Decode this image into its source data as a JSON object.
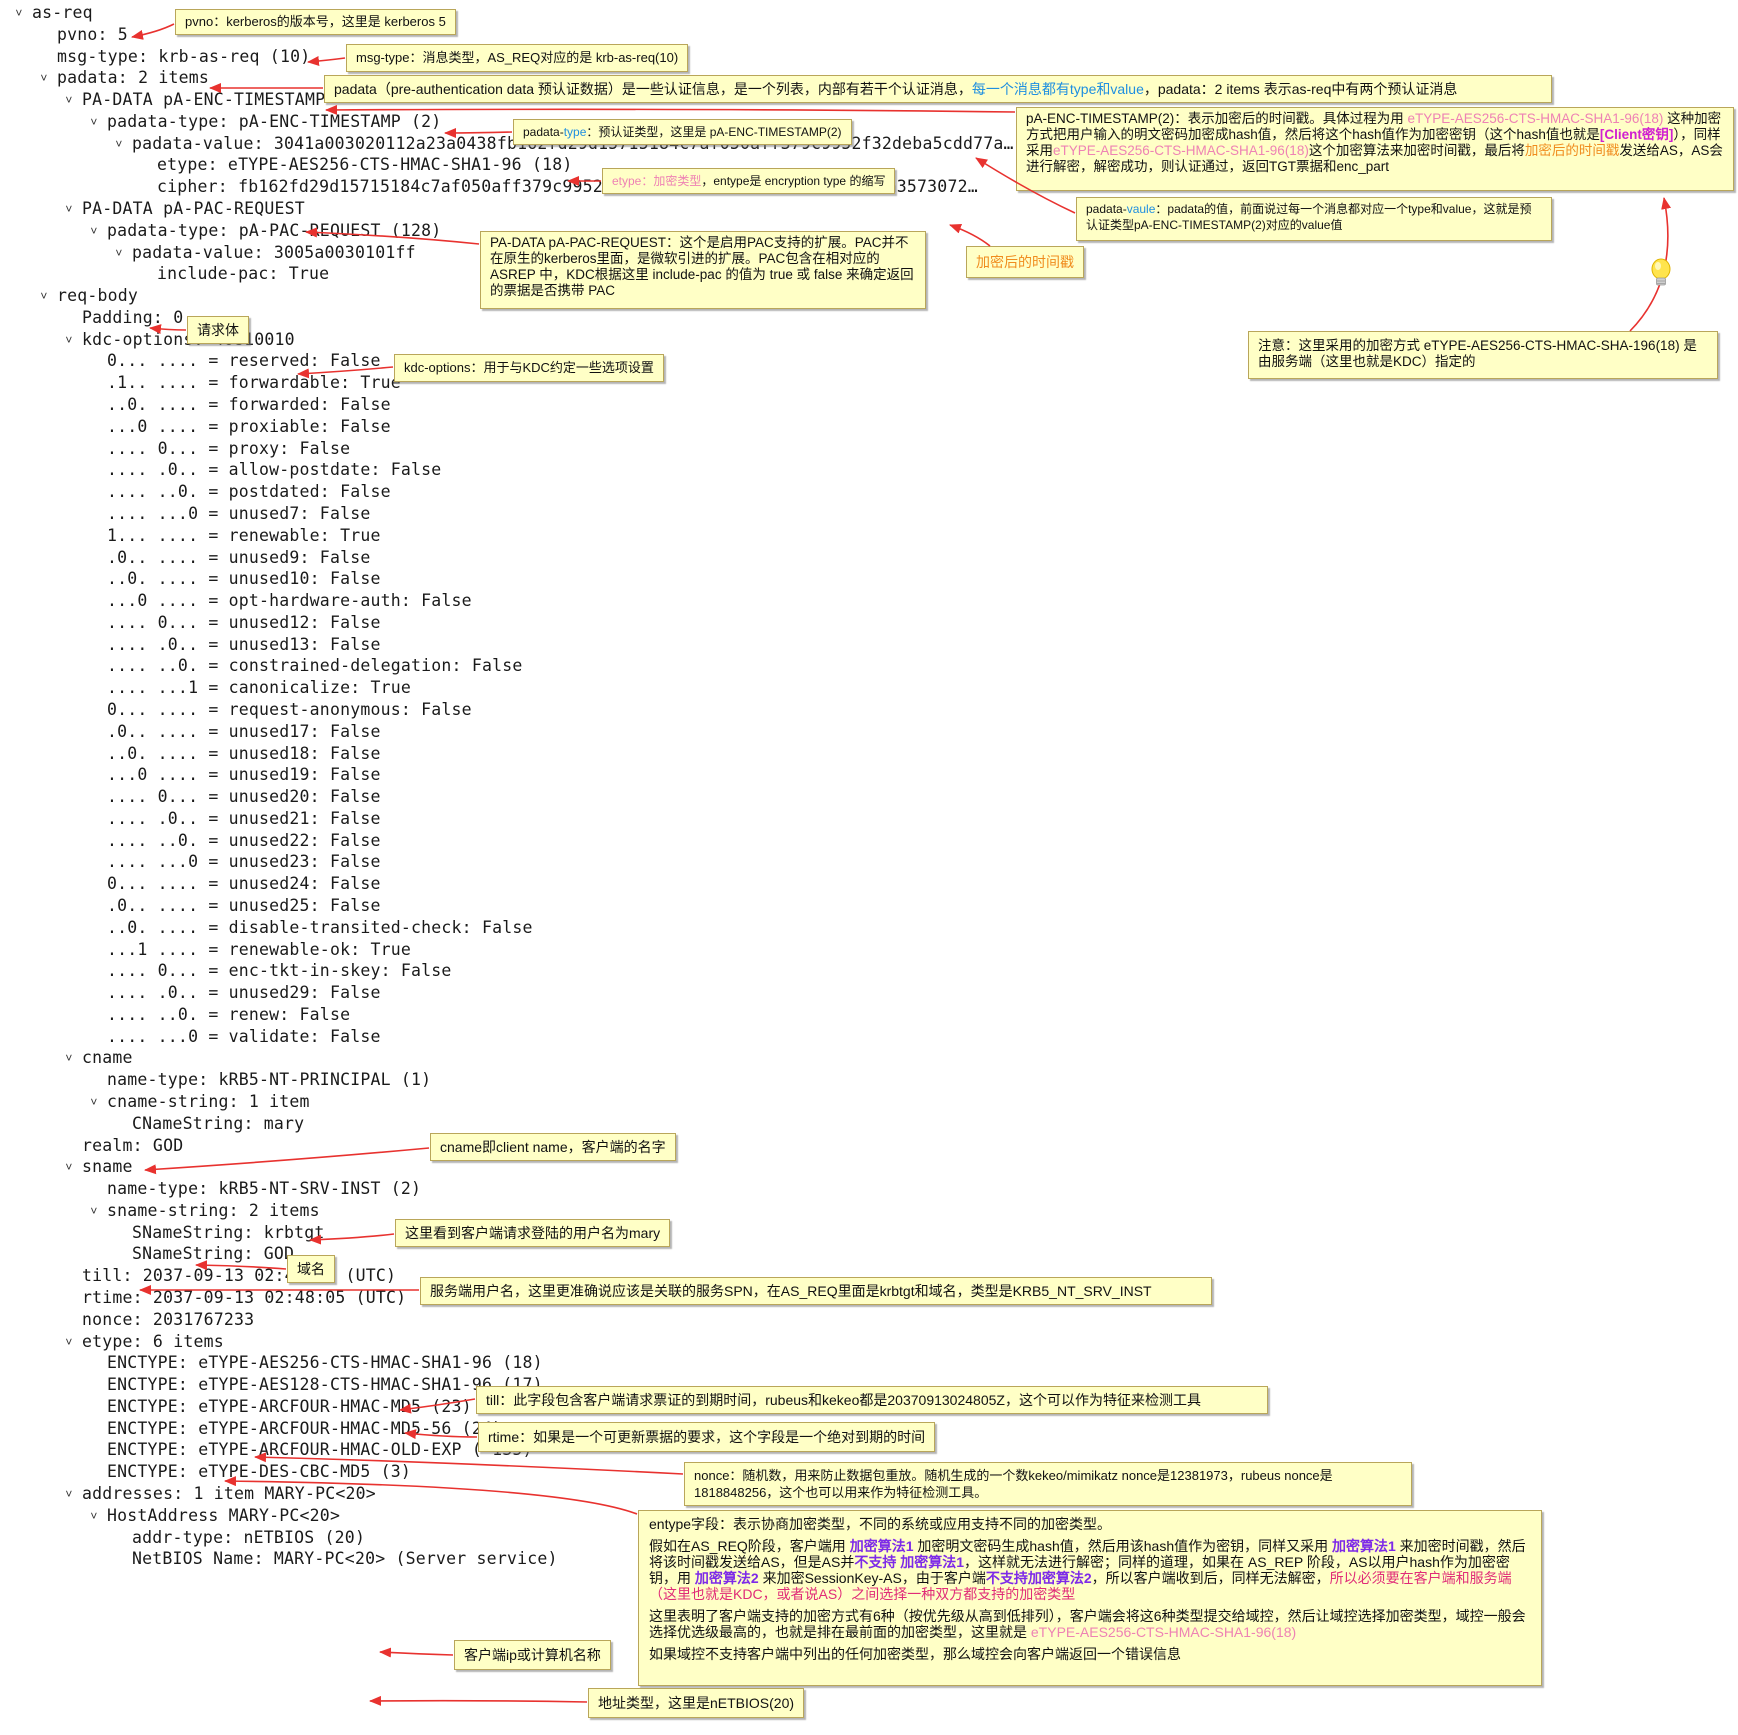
{
  "tree": [
    {
      "text": "as-req",
      "level": 0,
      "exp": "open"
    },
    {
      "text": "pvno: 5",
      "level": 1
    },
    {
      "text": "msg-type: krb-as-req (10)",
      "level": 1
    },
    {
      "text": "padata: 2 items",
      "level": 1,
      "exp": "open"
    },
    {
      "text": "PA-DATA pA-ENC-TIMESTAMP",
      "level": 2,
      "exp": "open"
    },
    {
      "text": "padata-type: pA-ENC-TIMESTAMP (2)",
      "level": 3,
      "exp": "open"
    },
    {
      "text": "padata-value: 3041a003020112a23a0438fb162fd29d15715184c7af050aff379c9952f32deba5cdd77a…",
      "level": 4,
      "exp": "open"
    },
    {
      "text": "etype: eTYPE-AES256-CTS-HMAC-SHA1-96 (18)",
      "level": 5
    },
    {
      "text": "cipher: fb162fd29d15715184c7af050aff379c9952f32deba5cdd77a67e9f0c2567f8da3573072…",
      "level": 5
    },
    {
      "text": "PA-DATA pA-PAC-REQUEST",
      "level": 2,
      "exp": "open"
    },
    {
      "text": "padata-type: pA-PAC-REQUEST (128)",
      "level": 3,
      "exp": "open"
    },
    {
      "text": "padata-value: 3005a0030101ff",
      "level": 4,
      "exp": "open"
    },
    {
      "text": "include-pac: True",
      "level": 5
    },
    {
      "text": "req-body",
      "level": 1,
      "exp": "open"
    },
    {
      "text": "Padding: 0",
      "level": 2
    },
    {
      "text": "kdc-options: 40810010",
      "level": 2,
      "exp": "open"
    },
    {
      "text": "0... .... = reserved: False",
      "level": 3
    },
    {
      "text": ".1.. .... = forwardable: True",
      "level": 3
    },
    {
      "text": "..0. .... = forwarded: False",
      "level": 3
    },
    {
      "text": "...0 .... = proxiable: False",
      "level": 3
    },
    {
      "text": ".... 0... = proxy: False",
      "level": 3
    },
    {
      "text": ".... .0.. = allow-postdate: False",
      "level": 3
    },
    {
      "text": ".... ..0. = postdated: False",
      "level": 3
    },
    {
      "text": ".... ...0 = unused7: False",
      "level": 3
    },
    {
      "text": "1... .... = renewable: True",
      "level": 3
    },
    {
      "text": ".0.. .... = unused9: False",
      "level": 3
    },
    {
      "text": "..0. .... = unused10: False",
      "level": 3
    },
    {
      "text": "...0 .... = opt-hardware-auth: False",
      "level": 3
    },
    {
      "text": ".... 0... = unused12: False",
      "level": 3
    },
    {
      "text": ".... .0.. = unused13: False",
      "level": 3
    },
    {
      "text": ".... ..0. = constrained-delegation: False",
      "level": 3
    },
    {
      "text": ".... ...1 = canonicalize: True",
      "level": 3
    },
    {
      "text": "0... .... = request-anonymous: False",
      "level": 3
    },
    {
      "text": ".0.. .... = unused17: False",
      "level": 3
    },
    {
      "text": "..0. .... = unused18: False",
      "level": 3
    },
    {
      "text": "...0 .... = unused19: False",
      "level": 3
    },
    {
      "text": ".... 0... = unused20: False",
      "level": 3
    },
    {
      "text": ".... .0.. = unused21: False",
      "level": 3
    },
    {
      "text": ".... ..0. = unused22: False",
      "level": 3
    },
    {
      "text": ".... ...0 = unused23: False",
      "level": 3
    },
    {
      "text": "0... .... = unused24: False",
      "level": 3
    },
    {
      "text": ".0.. .... = unused25: False",
      "level": 3
    },
    {
      "text": "..0. .... = disable-transited-check: False",
      "level": 3
    },
    {
      "text": "...1 .... = renewable-ok: True",
      "level": 3
    },
    {
      "text": ".... 0... = enc-tkt-in-skey: False",
      "level": 3
    },
    {
      "text": ".... .0.. = unused29: False",
      "level": 3
    },
    {
      "text": ".... ..0. = renew: False",
      "level": 3
    },
    {
      "text": ".... ...0 = validate: False",
      "level": 3
    },
    {
      "text": "cname",
      "level": 2,
      "exp": "open"
    },
    {
      "text": "name-type: kRB5-NT-PRINCIPAL (1)",
      "level": 3
    },
    {
      "text": "cname-string: 1 item",
      "level": 3,
      "exp": "open"
    },
    {
      "text": "CNameString: mary",
      "level": 4
    },
    {
      "text": "realm: GOD",
      "level": 2
    },
    {
      "text": "sname",
      "level": 2,
      "exp": "open"
    },
    {
      "text": "name-type: kRB5-NT-SRV-INST (2)",
      "level": 3
    },
    {
      "text": "sname-string: 2 items",
      "level": 3,
      "exp": "open"
    },
    {
      "text": "SNameString: krbtgt",
      "level": 4
    },
    {
      "text": "SNameString: GOD",
      "level": 4
    },
    {
      "text": "till: 2037-09-13 02:48:05 (UTC)",
      "level": 2
    },
    {
      "text": "rtime: 2037-09-13 02:48:05 (UTC)",
      "level": 2
    },
    {
      "text": "nonce: 2031767233",
      "level": 2
    },
    {
      "text": "etype: 6 items",
      "level": 2,
      "exp": "open"
    },
    {
      "text": "ENCTYPE: eTYPE-AES256-CTS-HMAC-SHA1-96 (18)",
      "level": 3
    },
    {
      "text": "ENCTYPE: eTYPE-AES128-CTS-HMAC-SHA1-96 (17)",
      "level": 3
    },
    {
      "text": "ENCTYPE: eTYPE-ARCFOUR-HMAC-MD5 (23)",
      "level": 3
    },
    {
      "text": "ENCTYPE: eTYPE-ARCFOUR-HMAC-MD5-56 (24)",
      "level": 3
    },
    {
      "text": "ENCTYPE: eTYPE-ARCFOUR-HMAC-OLD-EXP (-135)",
      "level": 3
    },
    {
      "text": "ENCTYPE: eTYPE-DES-CBC-MD5 (3)",
      "level": 3
    },
    {
      "text": "addresses: 1 item MARY-PC<20>",
      "level": 2,
      "exp": "open"
    },
    {
      "text": "HostAddress MARY-PC<20>",
      "level": 3,
      "exp": "open"
    },
    {
      "text": "addr-type: nETBIOS (20)",
      "level": 4
    },
    {
      "text": "NetBIOS Name: MARY-PC<20> (Server service)",
      "level": 4
    }
  ],
  "notes": {
    "pvno": [
      {
        "t": "pvno：kerberos的版本号，这里是 kerberos 5"
      }
    ],
    "msgtype": [
      {
        "t": "msg-type：消息类型，AS_REQ对应的是 krb-as-req(10)"
      }
    ],
    "padata": [
      {
        "t": "padata（pre-authentication data 预认证数据）是一些认证信息，是一个列表，内部有若干个认证消息，"
      },
      {
        "t": "每一个消息都有type和value",
        "c": "c-blue"
      },
      {
        "t": "，padata：2 items 表示as-req中有两个预认证消息"
      }
    ],
    "padatatype": [
      {
        "t": "padata-"
      },
      {
        "t": "type",
        "c": "c-blue"
      },
      {
        "t": "：预认证类型，这里是 pA-ENC-TIMESTAMP(2)"
      }
    ],
    "etype": [
      {
        "t": "etype：加密类型",
        "c": "c-pink"
      },
      {
        "t": "，entype是 encryption type 的缩写"
      }
    ],
    "enctimestamp": [
      {
        "t": "pA-ENC-TIMESTAMP(2)：表示加密后的时间戳。具体过程为用 "
      },
      {
        "t": "eTYPE-AES256-CTS-HMAC-SHA1-96(18)",
        "c": "c-pink"
      },
      {
        "t": " 这种加密方式把用户输入的明文密码加密成hash值，然后将这个hash值作为加密密钥（这个hash值也就是"
      },
      {
        "t": "[Client密钥]",
        "c": "c-mag"
      },
      {
        "t": "），同样采用"
      },
      {
        "t": "eTYPE-AES256-CTS-HMAC-SHA1-96(18)",
        "c": "c-pink"
      },
      {
        "t": "这个加密算法来加密时间戳，最后将"
      },
      {
        "t": "加密后的时间戳",
        "c": "c-orange"
      },
      {
        "t": "发送给AS，AS会进行解密，解密成功，则认证通过，返回TGT票据和enc_part"
      }
    ],
    "padatavalue": [
      {
        "t": "padata-"
      },
      {
        "t": "vaule",
        "c": "c-blue"
      },
      {
        "t": "：padata的值，前面说过每一个消息都对应一个type和value，这就是预认证类型pA-ENC-TIMESTAMP(2)对应的value值"
      }
    ],
    "encts": [
      {
        "t": "加密后的时间戳",
        "c": "c-orange"
      }
    ],
    "pacreq": [
      {
        "t": "PA-DATA pA-PAC-REQUEST：这个是启用PAC支持的扩展。PAC并不在原生的kerberos里面，是微软引进的扩展。PAC包含在相对应的 ASREP 中，KDC根据这里 include-pac 的值为 true 或 false 来确定返回的票据是否携带 PAC"
      }
    ],
    "attention": [
      {
        "t": "注意：这里采用的加密方式 eTYPE-AES256-CTS-HMAC-SHA-196(18) 是由服务端（这里也就是KDC）指定的"
      }
    ],
    "reqbody": [
      {
        "t": "请求体"
      }
    ],
    "kdcoptions": [
      {
        "t": "kdc-options：用于与KDC约定一些选项设置"
      }
    ],
    "cname": [
      {
        "t": "cname即client name，客户端的名字"
      }
    ],
    "cnamestring": [
      {
        "t": "这里看到客户端请求登陆的用户名为mary"
      }
    ],
    "realm": [
      {
        "t": "域名"
      }
    ],
    "sname": [
      {
        "t": "服务端用户名，这里更准确说应该是关联的服务SPN，在AS_REQ里面是krbtgt和域名，类型是KRB5_NT_SRV_INST"
      }
    ],
    "till": [
      {
        "t": "till：此字段包含客户端请求票证的到期时间，rubeus和kekeo都是20370913024805Z，这个可以作为特征来检测工具"
      }
    ],
    "rtime": [
      {
        "t": "rtime：如果是一个可更新票据的要求，这个字段是一个绝对到期的时间"
      }
    ],
    "nonce": [
      {
        "t": "nonce：随机数，用来防止数据包重放。随机生成的一个数kekeo/mimikatz nonce是12381973，rubeus nonce是1818848256，这个也可以用来作为特征检测工具。"
      }
    ],
    "enctype_p1": [
      {
        "t": "entype字段：表示协商加密类型，不同的系统或应用支持不同的加密类型。"
      }
    ],
    "enctype_p2": [
      {
        "t": "假如在AS_REQ阶段，客户端用 "
      },
      {
        "t": "加密算法1",
        "c": "c-purple"
      },
      {
        "t": " 加密明文密码生成hash值，然后用该hash值作为密钥，同样又采用 "
      },
      {
        "t": "加密算法1",
        "c": "c-purple"
      },
      {
        "t": " 来加密时间戳，然后将该时间戳发送给AS，但是AS并"
      },
      {
        "t": "不支持 加密算法1",
        "c": "c-purple"
      },
      {
        "t": "，这样就无法进行解密；同样的道理，如果在 AS_REP 阶段，AS以用户hash作为加密密钥，用 "
      },
      {
        "t": "加密算法2",
        "c": "c-purple"
      },
      {
        "t": " 来加密SessionKey-AS，由于客户端"
      },
      {
        "t": "不支持加密算法2",
        "c": "c-purple"
      },
      {
        "t": "，所以客户端收到后，同样无法解密，"
      },
      {
        "t": "所以必须要在客户端和服务端（这里也就是KDC，或者说AS）之间选择一种双方都支持的加密类型",
        "c": "c-red"
      }
    ],
    "enctype_p3": [
      {
        "t": "这里表明了客户端支持的加密方式有6种（按优先级从高到低排列），客户端会将这6种类型提交给域控，然后让域控选择加密类型，域控一般会选择优选级最高的，也就是排在最前面的加密类型，这里就是 "
      },
      {
        "t": "eTYPE-AES256-CTS-HMAC-SHA1-96(18)",
        "c": "c-pink"
      }
    ],
    "enctype_p4": [
      {
        "t": "如果域控不支持客户端中列出的任何加密类型，那么域控会向客户端返回一个错误信息"
      }
    ],
    "addresses": [
      {
        "t": "客户端ip或计算机名称"
      }
    ],
    "addrtype": [
      {
        "t": "地址类型，这里是nETBIOS(20)"
      }
    ]
  },
  "colors": {
    "note_bg": "#ffffc6",
    "arrow": "#e8322f",
    "pink": "#ee82b4",
    "blue": "#1f8fe0",
    "orange": "#f08c1e",
    "purple": "#7d2ae8",
    "magenta": "#d020d0",
    "red": "#e02c78"
  },
  "icons": {
    "expander": "chevron-down-icon",
    "bulb": "lightbulb-icon"
  }
}
